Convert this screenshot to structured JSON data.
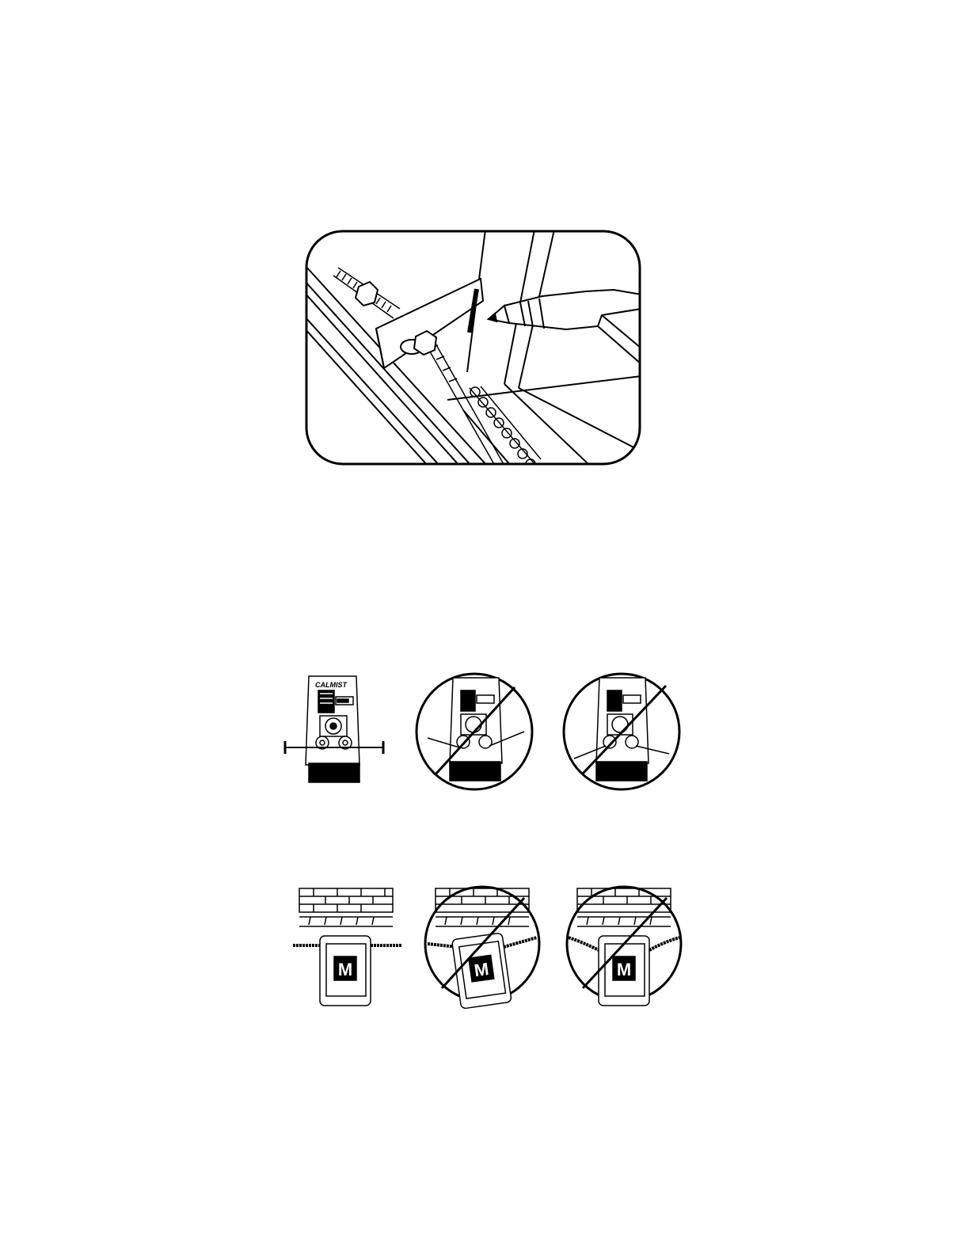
{
  "figure_top": {
    "icon": "pencil-marking-bracket-illustration"
  },
  "opener_row": {
    "brand_text": "CALMIST",
    "icons": [
      "opener-level-correct",
      "opener-tilted-incorrect",
      "opener-drooping-incorrect"
    ]
  },
  "hood_row": {
    "logo_letter": "M",
    "icons": [
      "hood-level-correct",
      "hood-tilted-incorrect",
      "hood-sagging-incorrect"
    ]
  },
  "colors": {
    "ink": "#000000",
    "paper": "#ffffff"
  }
}
